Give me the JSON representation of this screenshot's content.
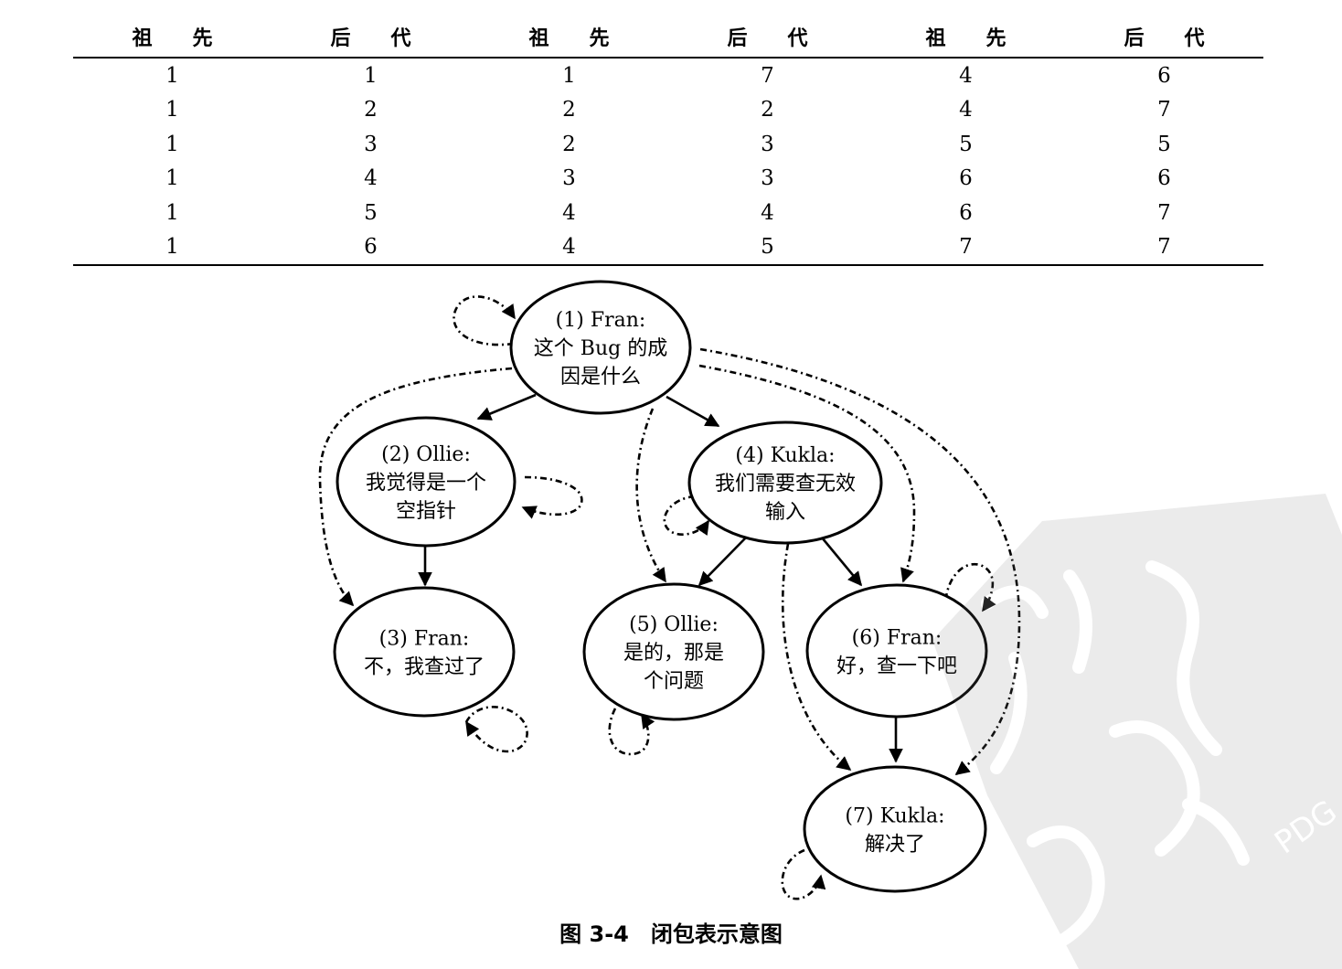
{
  "table": {
    "headers": [
      "祖先",
      "后代",
      "祖先",
      "后代",
      "祖先",
      "后代"
    ],
    "rows": [
      [
        "1",
        "1",
        "1",
        "7",
        "4",
        "6"
      ],
      [
        "1",
        "2",
        "2",
        "2",
        "4",
        "7"
      ],
      [
        "1",
        "3",
        "2",
        "3",
        "5",
        "5"
      ],
      [
        "1",
        "4",
        "3",
        "3",
        "6",
        "6"
      ],
      [
        "1",
        "5",
        "4",
        "4",
        "6",
        "7"
      ],
      [
        "1",
        "6",
        "4",
        "5",
        "7",
        "7"
      ]
    ]
  },
  "diagram": {
    "nodes": [
      {
        "id": 1,
        "lines": [
          "(1) Fran:",
          "这个 Bug 的成",
          "因是什么"
        ]
      },
      {
        "id": 2,
        "lines": [
          "(2) Ollie:",
          "我觉得是一个",
          "空指针"
        ]
      },
      {
        "id": 3,
        "lines": [
          "(3) Fran:",
          "不，我查过了"
        ]
      },
      {
        "id": 4,
        "lines": [
          "(4) Kukla:",
          "我们需要查无效",
          "输入"
        ]
      },
      {
        "id": 5,
        "lines": [
          "(5) Ollie:",
          "是的，那是",
          "个问题"
        ]
      },
      {
        "id": 6,
        "lines": [
          "(6) Fran:",
          "好，查一下吧"
        ]
      },
      {
        "id": 7,
        "lines": [
          "(7) Kukla:",
          "解决了"
        ]
      }
    ],
    "parent_edges": [
      [
        1,
        2
      ],
      [
        1,
        4
      ],
      [
        2,
        3
      ],
      [
        4,
        5
      ],
      [
        4,
        6
      ],
      [
        6,
        7
      ]
    ],
    "closure_edges": [
      [
        1,
        3
      ],
      [
        1,
        5
      ],
      [
        1,
        6
      ],
      [
        1,
        7
      ],
      [
        4,
        7
      ]
    ],
    "self_loops": [
      1,
      2,
      3,
      4,
      5,
      6,
      7
    ]
  },
  "caption": "图 3-4　闭包表示意图",
  "watermark_text": "PDG"
}
